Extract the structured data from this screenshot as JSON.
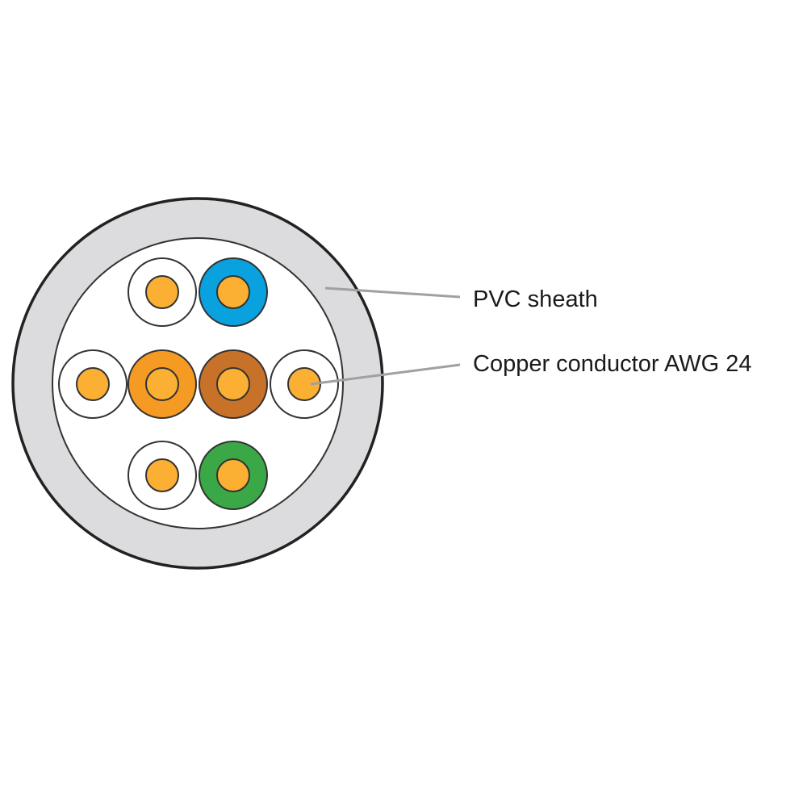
{
  "diagram": {
    "title": "Cable cross-section",
    "labels": {
      "sheath": "PVC sheath",
      "conductor": "Copper conductor AWG 24"
    },
    "colors": {
      "sheath": "#dcdcde",
      "outline": "#222222",
      "conductor": "#fbb034",
      "leader": "#a0a0a0",
      "insulation_white": "#ffffff",
      "insulation_blue": "#0aa1df",
      "insulation_orange": "#f59a23",
      "insulation_brown": "#c87129",
      "insulation_green": "#3aa847"
    },
    "wires": [
      {
        "pair": "blue",
        "insulation": "white"
      },
      {
        "pair": "blue",
        "insulation": "blue"
      },
      {
        "pair": "orange",
        "insulation": "white"
      },
      {
        "pair": "orange",
        "insulation": "orange"
      },
      {
        "pair": "brown",
        "insulation": "brown"
      },
      {
        "pair": "brown",
        "insulation": "white"
      },
      {
        "pair": "green",
        "insulation": "white"
      },
      {
        "pair": "green",
        "insulation": "green"
      }
    ]
  }
}
